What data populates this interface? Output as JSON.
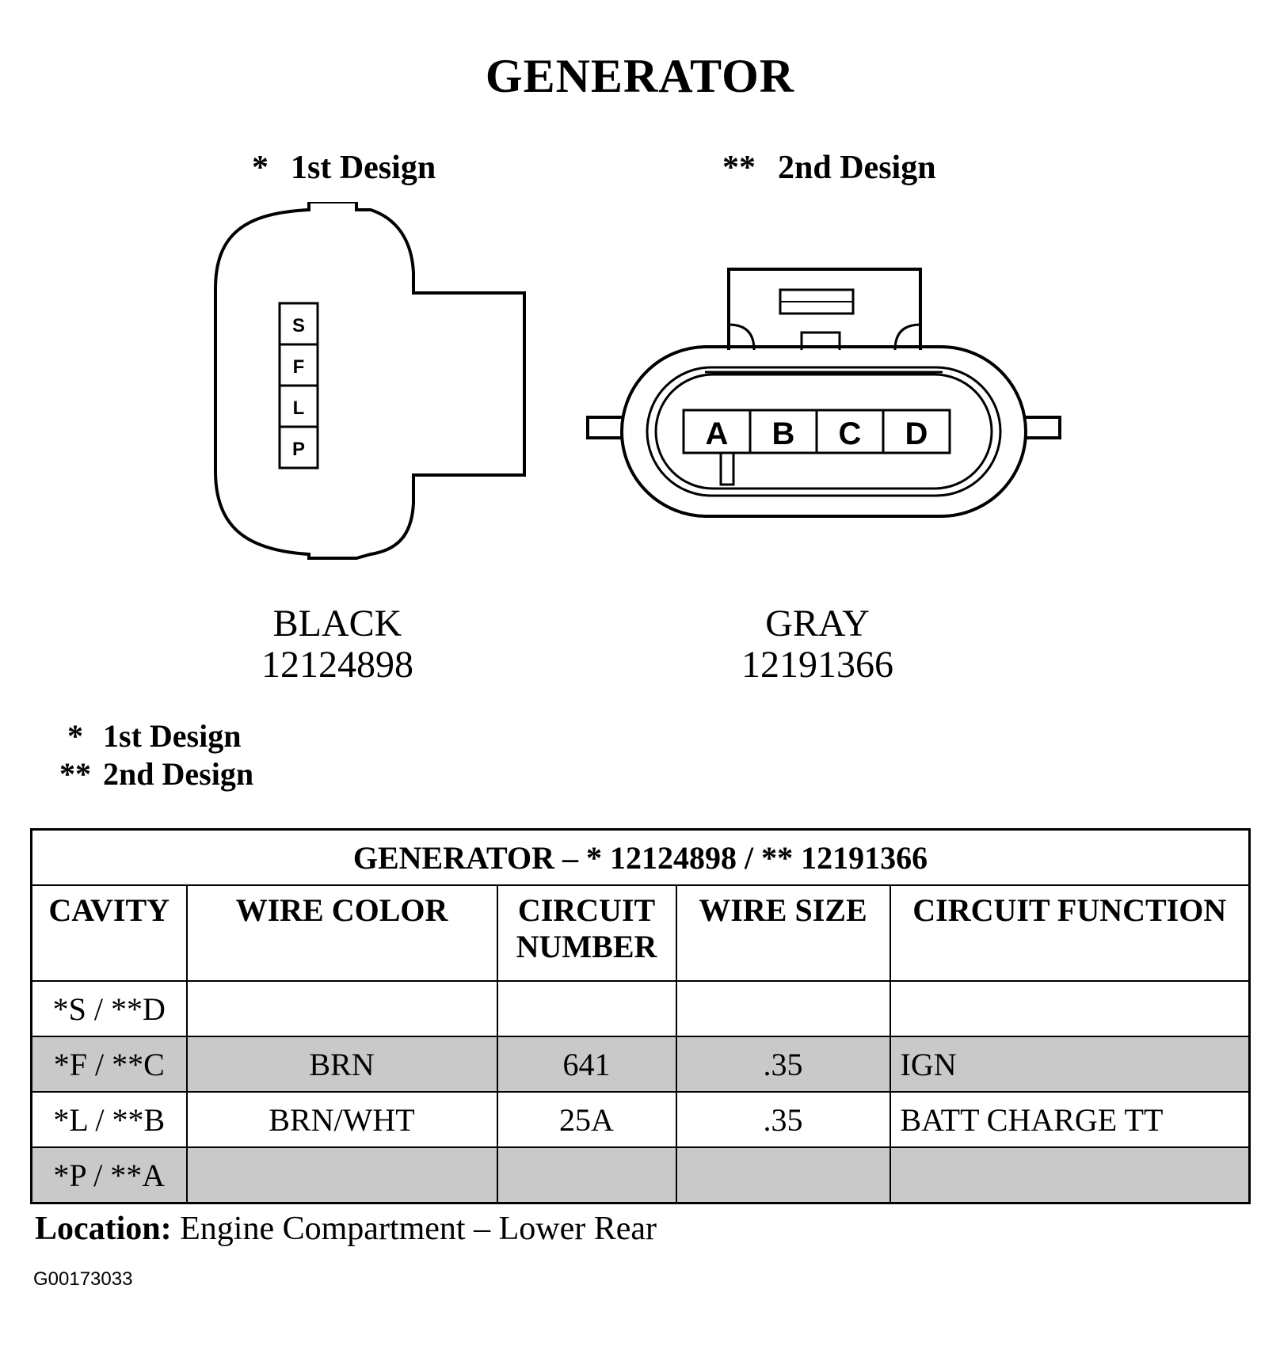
{
  "title": "GENERATOR",
  "designs": [
    {
      "marker": "*",
      "label": "1st Design",
      "color": "BLACK",
      "part_number": "12124898",
      "cavities": [
        "S",
        "F",
        "L",
        "P"
      ]
    },
    {
      "marker": "**",
      "label": "2nd Design",
      "color": "GRAY",
      "part_number": "12191366",
      "cavities": [
        "A",
        "B",
        "C",
        "D"
      ]
    }
  ],
  "legend": [
    {
      "marker": "*",
      "label": "1st Design"
    },
    {
      "marker": "**",
      "label": "2nd Design"
    }
  ],
  "table": {
    "caption": "GENERATOR – * 12124898 / ** 12191366",
    "headers": [
      "CAVITY",
      "WIRE COLOR",
      "CIRCUIT NUMBER",
      "WIRE SIZE",
      "CIRCUIT FUNCTION"
    ],
    "rows": [
      [
        "*S / **D",
        "",
        "",
        "",
        ""
      ],
      [
        "*F / **C",
        "BRN",
        "641",
        ".35",
        "IGN"
      ],
      [
        "*L / **B",
        "BRN/WHT",
        "25A",
        ".35",
        "BATT CHARGE TT"
      ],
      [
        "*P / **A",
        "",
        "",
        "",
        ""
      ]
    ]
  },
  "location": {
    "label": "Location:",
    "value": "Engine Compartment – Lower Rear"
  },
  "figure_id": "G00173033"
}
